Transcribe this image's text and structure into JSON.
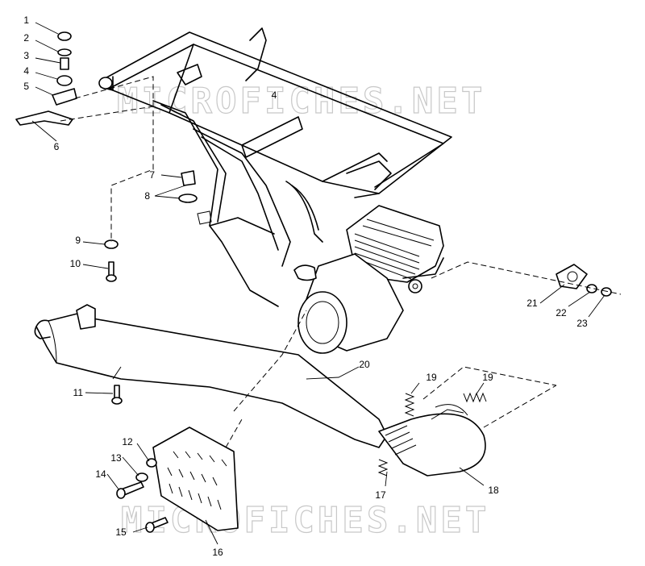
{
  "watermark": "MICROFICHES.NET",
  "callouts": [
    {
      "id": "c1",
      "label": "1"
    },
    {
      "id": "c2",
      "label": "2"
    },
    {
      "id": "c3",
      "label": "3"
    },
    {
      "id": "c4",
      "label": "4"
    },
    {
      "id": "c5",
      "label": "5"
    },
    {
      "id": "c6",
      "label": "6"
    },
    {
      "id": "c7",
      "label": "7"
    },
    {
      "id": "c8",
      "label": "8"
    },
    {
      "id": "c9",
      "label": "9"
    },
    {
      "id": "c10",
      "label": "10"
    },
    {
      "id": "c11",
      "label": "11"
    },
    {
      "id": "c12",
      "label": "12"
    },
    {
      "id": "c13",
      "label": "13"
    },
    {
      "id": "c14",
      "label": "14"
    },
    {
      "id": "c15",
      "label": "15"
    },
    {
      "id": "c16",
      "label": "16"
    },
    {
      "id": "c17",
      "label": "17"
    },
    {
      "id": "c18",
      "label": "18"
    },
    {
      "id": "c19a",
      "label": "19"
    },
    {
      "id": "c19b",
      "label": "19"
    },
    {
      "id": "c20",
      "label": "20"
    },
    {
      "id": "c21",
      "label": "21"
    },
    {
      "id": "c22",
      "label": "22"
    },
    {
      "id": "c23",
      "label": "23"
    },
    {
      "id": "c4b",
      "label": "4"
    }
  ]
}
